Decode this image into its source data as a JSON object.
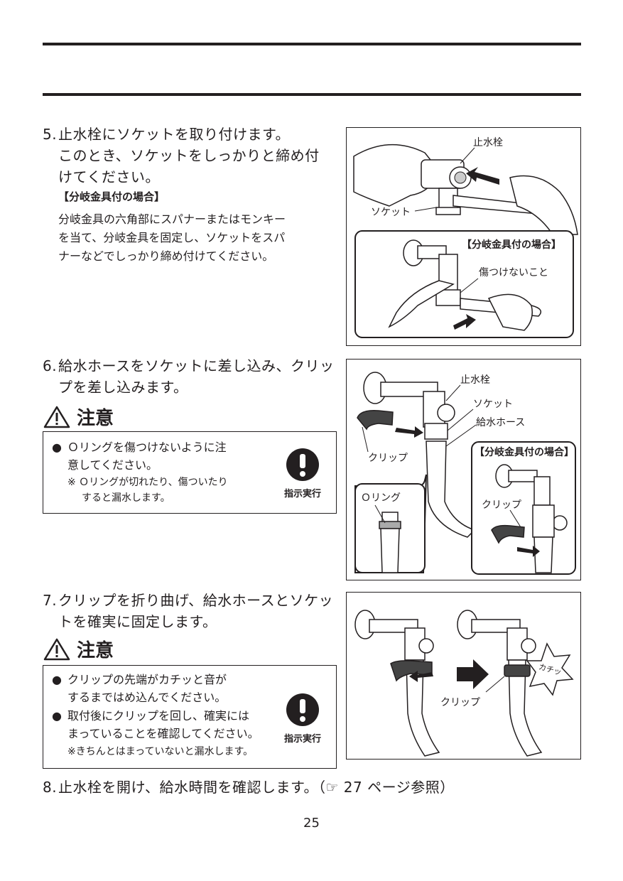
{
  "step5": {
    "num": "5.",
    "line1": "止水栓にソケットを取り付けます。",
    "line2": "このとき、ソケットをしっかりと締め付",
    "line3": "けてください。",
    "sub_heading": "【分岐金具付の場合】",
    "body1": "分岐金具の六角部にスパナーまたはモンキー",
    "body2": "を当て、分岐金具を固定し、ソケットをスパ",
    "body3": "ナーなどでしっかり締め付けてください。",
    "fig": {
      "label_valve": "止水栓",
      "label_socket": "ソケット",
      "inset_title": "【分岐金具付の場合】",
      "label_nodamage": "傷つけないこと"
    }
  },
  "step6": {
    "num": "6.",
    "line1": "給水ホースをソケットに差し込み、クリッ",
    "line2": "プを差し込みます。",
    "caution_label": "注意",
    "bullet1a": "Ｏリングを傷つけないように注",
    "bullet1b": "意してください。",
    "note1a": "※ Ｏリングが切れたり、傷ついたり",
    "note1b": "すると漏水します。",
    "sign_label": "指示実行",
    "fig": {
      "label_valve": "止水栓",
      "label_socket": "ソケット",
      "label_hose": "給水ホース",
      "label_clip": "クリップ",
      "label_oring": "Ｏリング",
      "inset_title": "【分岐金具付の場合】",
      "inset_clip": "クリップ"
    }
  },
  "step7": {
    "num": "7.",
    "line1": "クリップを折り曲げ、給水ホースとソケッ",
    "line2": "トを確実に固定します。",
    "caution_label": "注意",
    "bullet1a": "クリップの先端がカチッと音が",
    "bullet1b": "するまではめ込んでください。",
    "bullet2a": "取付後にクリップを回し、確実には",
    "bullet2b": "まっていることを確認してください。",
    "note": "※きちんとはまっていないと漏水します。",
    "sign_label": "指示実行",
    "fig": {
      "label_clip": "クリップ",
      "sound": "カチッ"
    }
  },
  "step8": {
    "num": "8.",
    "text": "止水栓を開け、給水時間を確認します。（☞ 27 ページ参照）"
  },
  "page_number": "25"
}
